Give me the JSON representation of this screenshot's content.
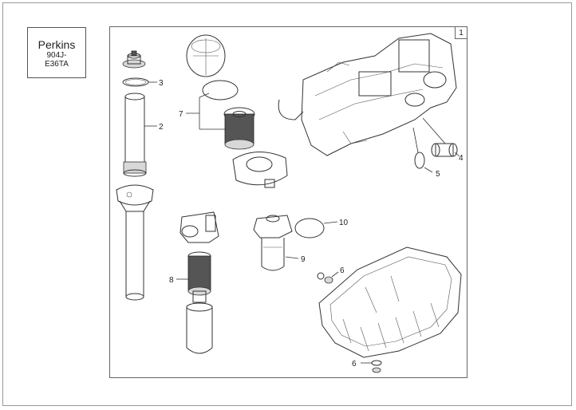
{
  "brand": {
    "name": "Perkins",
    "model_line1": "904J-",
    "model_line2": "E36TA"
  },
  "page_tag": "1",
  "callouts": {
    "c1": "3",
    "c2": "2",
    "c3": "7",
    "c4": "4",
    "c5": "5",
    "c6": "10",
    "c7": "9",
    "c8": "8",
    "c9": "6",
    "c10": "6"
  },
  "parts": [
    "engine-assembly",
    "filter-element-housing",
    "seal-ring-3",
    "air-filter-cartridge-2",
    "oil-filter-cap",
    "seal-ring-7",
    "oil-filter-element-7",
    "filter-head",
    "strainer-4",
    "o-ring-5",
    "fuel-filter-housing",
    "o-ring-10",
    "fuel-filter-bowl-9",
    "fuel-filter-element-8",
    "oil-pan",
    "drain-plug-6"
  ]
}
